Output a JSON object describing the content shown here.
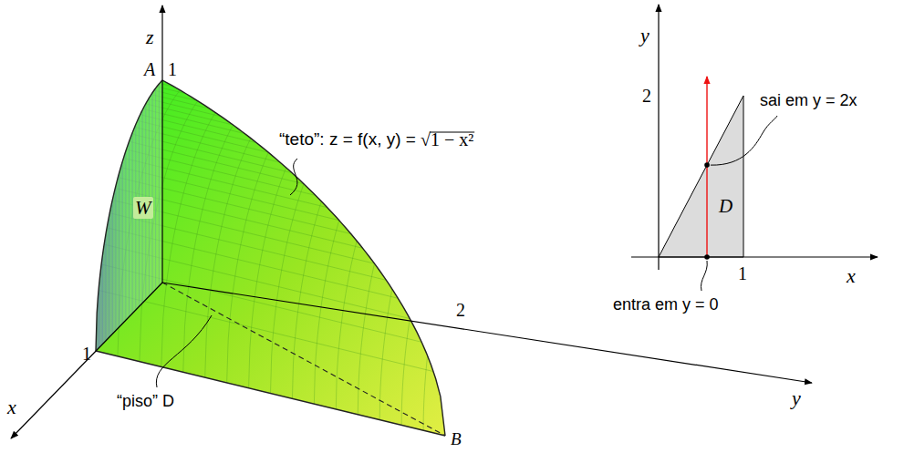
{
  "diagram": {
    "labels": [
      "z",
      "A",
      "1",
      "W",
      "“teto”: z = f(x, y) =",
      "√1 − x²",
      "2",
      "y",
      "1",
      "x",
      "“piso” D",
      "B",
      "y",
      "2",
      "sai em y = 2x",
      "D",
      "x",
      "1",
      "entra em y = 0"
    ]
  }
}
